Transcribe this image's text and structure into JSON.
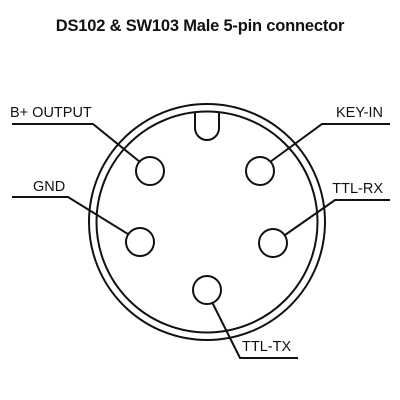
{
  "title": "DS102 & SW103 Male 5-pin connector",
  "pins": {
    "b_plus_output": "B+ OUTPUT",
    "key_in": "KEY-IN",
    "gnd": "GND",
    "ttl_rx": "TTL-RX",
    "ttl_tx": "TTL-TX"
  },
  "colors": {
    "ink": "#111111",
    "background": "#ffffff"
  }
}
